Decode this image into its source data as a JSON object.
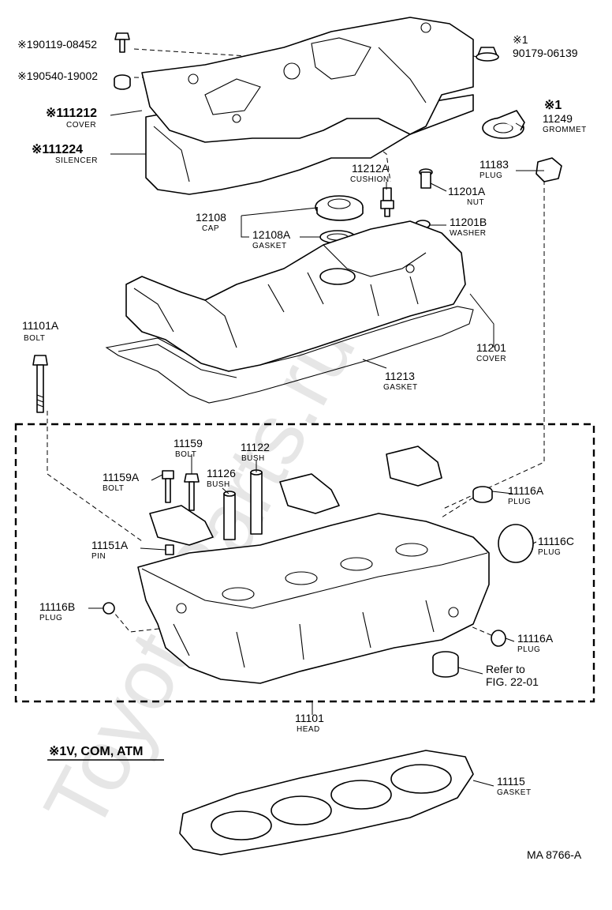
{
  "watermark": "ToyotaParts.ru",
  "parts": [
    {
      "id": "p190119",
      "number": "※190119-08452",
      "name": ""
    },
    {
      "id": "p190540",
      "number": "※190540-19002",
      "name": ""
    },
    {
      "id": "p90179",
      "number": "90179-06139",
      "name": "",
      "mark": "※1"
    },
    {
      "id": "p11212",
      "number": "※111212",
      "name": "COVER"
    },
    {
      "id": "p11224",
      "number": "※111224",
      "name": "SILENCER"
    },
    {
      "id": "p11249",
      "number": "11249",
      "name": "GROMMET",
      "mark": "※1"
    },
    {
      "id": "p11212A",
      "number": "11212A",
      "name": "CUSHION"
    },
    {
      "id": "p11183",
      "number": "11183",
      "name": "PLUG"
    },
    {
      "id": "p11201A",
      "number": "11201A",
      "name": "NUT"
    },
    {
      "id": "p12108",
      "number": "12108",
      "name": "CAP"
    },
    {
      "id": "p11201B",
      "number": "11201B",
      "name": "WASHER"
    },
    {
      "id": "p12108A",
      "number": "12108A",
      "name": "GASKET"
    },
    {
      "id": "p11101A",
      "number": "11101A",
      "name": "BOLT"
    },
    {
      "id": "p11201",
      "number": "11201",
      "name": "COVER"
    },
    {
      "id": "p11213",
      "number": "11213",
      "name": "GASKET"
    },
    {
      "id": "p11159",
      "number": "11159",
      "name": "BOLT"
    },
    {
      "id": "p11122",
      "number": "11122",
      "name": "BUSH"
    },
    {
      "id": "p11159A",
      "number": "11159A",
      "name": "BOLT"
    },
    {
      "id": "p11126",
      "number": "11126",
      "name": "BUSH"
    },
    {
      "id": "p11116A_top",
      "number": "11116A",
      "name": "PLUG"
    },
    {
      "id": "p11116C",
      "number": "11116C",
      "name": "PLUG"
    },
    {
      "id": "p11151A",
      "number": "11151A",
      "name": "PIN"
    },
    {
      "id": "p11116B",
      "number": "11116B",
      "name": "PLUG"
    },
    {
      "id": "p11116A_bot",
      "number": "11116A",
      "name": "PLUG"
    },
    {
      "id": "p11101",
      "number": "11101",
      "name": "HEAD"
    },
    {
      "id": "p11115",
      "number": "11115",
      "name": "GASKET"
    }
  ],
  "reference": {
    "line1": "Refer to",
    "line2": "FIG. 22-01"
  },
  "footnote": "※1V, COM, ATM",
  "figure_code": "MA 8766-A"
}
